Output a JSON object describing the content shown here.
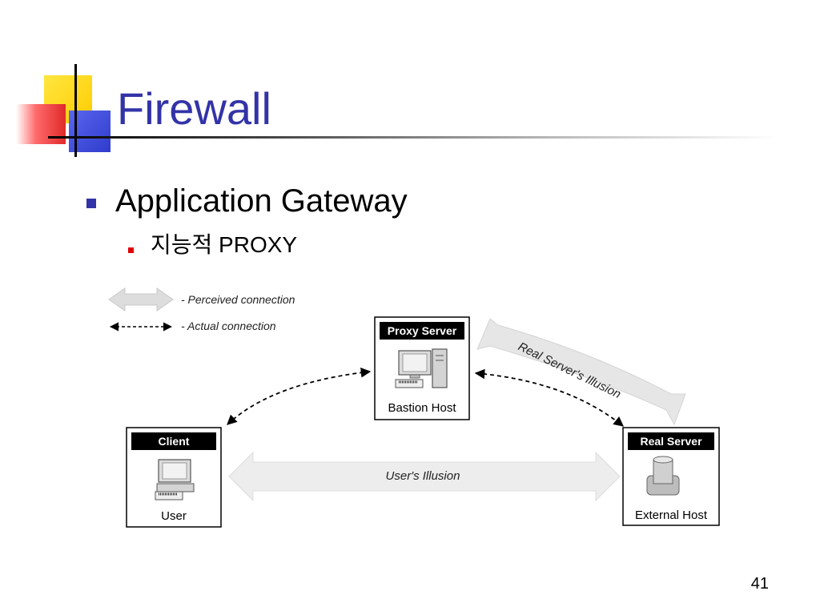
{
  "slide": {
    "title": "Firewall",
    "bullet": "Application Gateway",
    "sub_bullet": "지능적 PROXY",
    "page_number": "41"
  },
  "diagram": {
    "legend": {
      "perceived": "- Perceived connection",
      "actual": "- Actual connection"
    },
    "proxy": {
      "header": "Proxy Server",
      "caption": "Bastion Host"
    },
    "client": {
      "header": "Client",
      "caption": "User"
    },
    "server": {
      "header": "Real Server",
      "caption": "External Host"
    },
    "illusion_server": "Real Server's Illusion",
    "illusion_user": "User's Illusion"
  },
  "colors": {
    "title": "#3333a8",
    "bullet_level1": "#3333a8",
    "bullet_level2": "#e00000",
    "deco_yellow": "#ffd500",
    "deco_blue": "#3f4fd8",
    "deco_red": "#e8303a",
    "illusion_arrow": "#e6e6e6"
  }
}
